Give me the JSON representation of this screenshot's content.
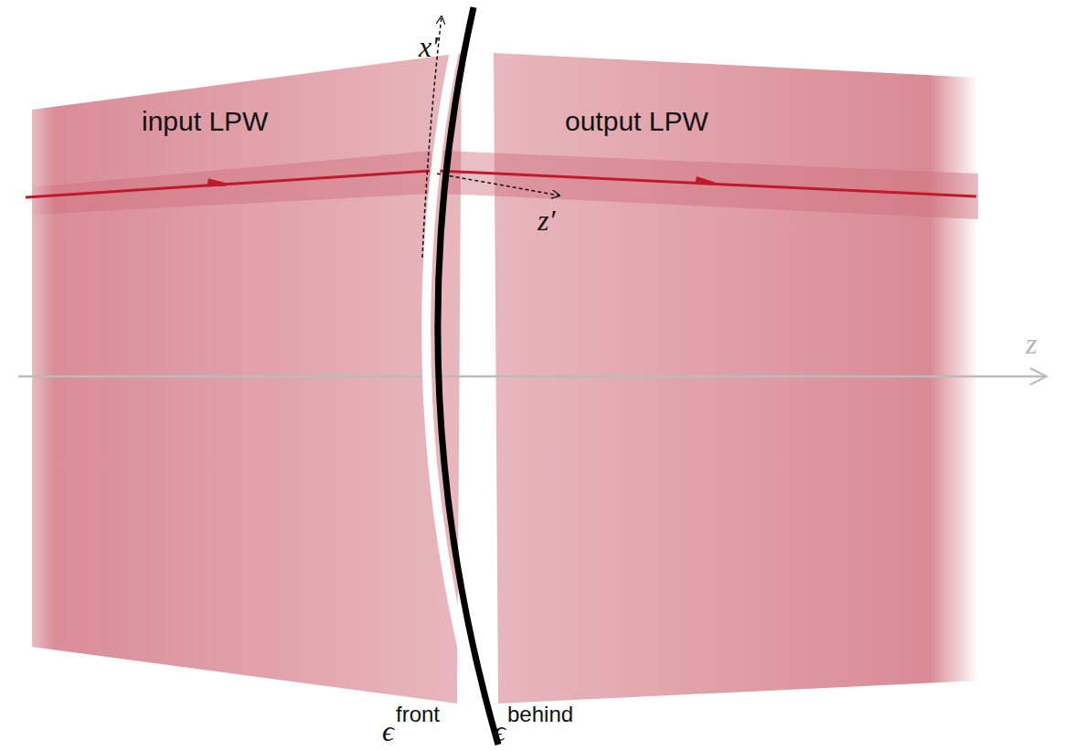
{
  "diagram": {
    "labels": [
      "input LPW",
      "output LPW",
      "x′",
      "z′",
      "z",
      "ϵ",
      "front",
      "ϵ",
      "behind"
    ]
  }
}
